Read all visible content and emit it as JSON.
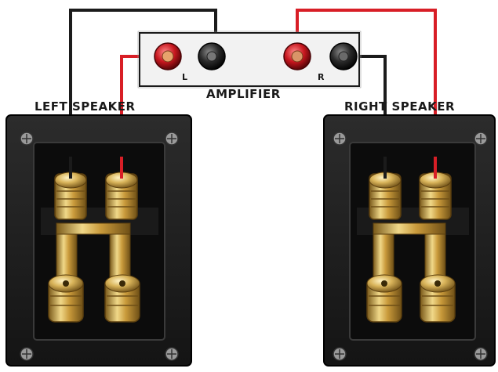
{
  "amplifier": {
    "label": "AMPLIFIER",
    "left_channel": "L",
    "right_channel": "R"
  },
  "left_speaker": {
    "label": "LEFT SPEAKER"
  },
  "right_speaker": {
    "label": "RIGHT SPEAKER"
  },
  "colors": {
    "positive_wire": "#d81e26",
    "negative_wire": "#222222",
    "speaker_panel": "#1e1e1e",
    "terminal_gold": "#c9a24a",
    "amp_box": "#f2f2f2"
  }
}
